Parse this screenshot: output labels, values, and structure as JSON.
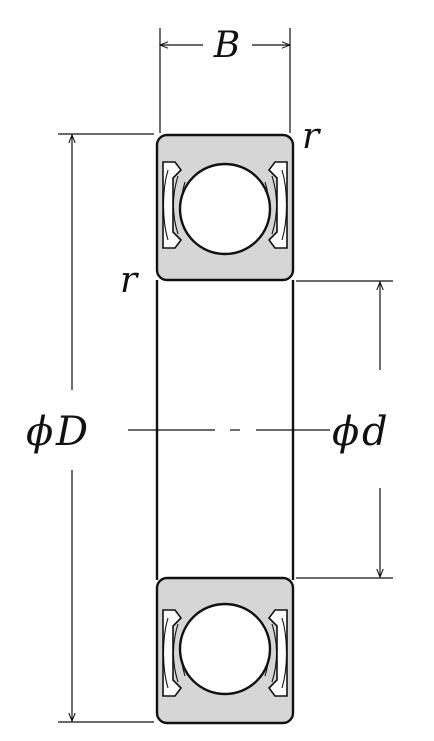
{
  "labels": {
    "width": "B",
    "chamfer_top": "r",
    "chamfer_left": "r",
    "outer_diameter_symbol": "ϕ",
    "outer_diameter": "D",
    "inner_diameter_symbol": "ϕ",
    "inner_diameter": "d"
  },
  "colors": {
    "line": "#111111",
    "ring_fill": "#d6d6d6",
    "ball_fill": "#ffffff",
    "background": "#ffffff"
  }
}
